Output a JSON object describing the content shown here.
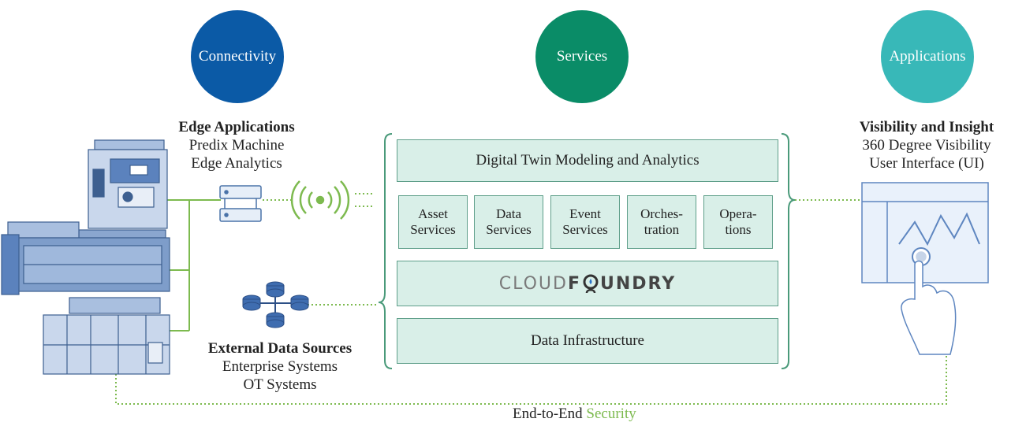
{
  "header": {
    "connectivity": "Connectivity",
    "services": "Services",
    "applications": "Applications"
  },
  "edge": {
    "title": "Edge Applications",
    "line1": "Predix Machine",
    "line2": "Edge Analytics"
  },
  "external": {
    "title": "External Data Sources",
    "line1": "Enterprise Systems",
    "line2": "OT Systems"
  },
  "visibility": {
    "title": "Visibility and Insight",
    "line1": "360 Degree Visibility",
    "line2": "User Interface (UI)"
  },
  "platform": {
    "digital_twin": "Digital Twin Modeling and Analytics",
    "services": [
      {
        "line1": "Asset",
        "line2": "Services"
      },
      {
        "line1": "Data",
        "line2": "Services"
      },
      {
        "line1": "Event",
        "line2": "Services"
      },
      {
        "line1": "Orches-",
        "line2": "tration"
      },
      {
        "line1": "Opera-",
        "line2": "tions"
      }
    ],
    "cloud_left": "CLOUD",
    "cloud_f": "F",
    "cloud_right": "UNDRY",
    "data_infrastructure": "Data Infrastructure"
  },
  "footer": {
    "prefix": "End-to-End",
    "accent": "Security"
  },
  "colors": {
    "connectivity": "#0b5aa6",
    "services": "#0a8c67",
    "applications": "#38b8b8",
    "green_line": "#7dba4f",
    "box_fill": "#d9efe8",
    "box_border": "#5f9f8a",
    "machine_blue": "#6f93c3"
  },
  "icons": [
    "machine-illustration",
    "server-icon",
    "wireless-icon",
    "database-network-icon",
    "touch-ui-icon"
  ]
}
